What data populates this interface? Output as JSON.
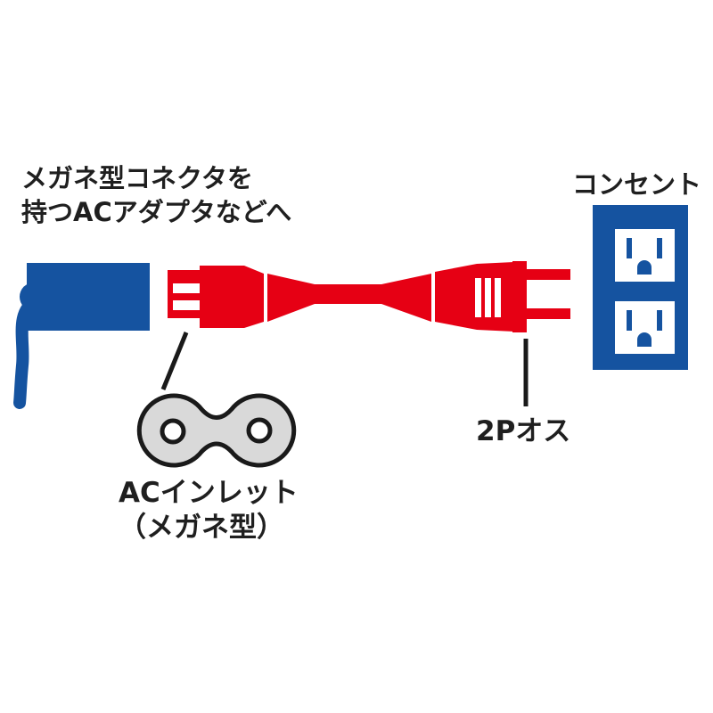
{
  "labels": {
    "adapter_note_line1": "メガネ型コネクタを",
    "adapter_note_line2": "持つACアダプタなどへ",
    "outlet": "コンセント",
    "plug_type": "2Pオス",
    "inlet_line1": "ACインレット",
    "inlet_line2": "（メガネ型）"
  },
  "icons": {
    "ac_adapter": "blue-ac-adapter-with-cable",
    "power_cord": "red-megane-c7-extension-cord",
    "plug": "2p-male-plug-with-prongs",
    "wall_outlet": "blue-duplex-wall-outlet",
    "inlet_shape": "figure8-megane-ac-inlet"
  },
  "colors": {
    "blue": "#1553a0",
    "red": "#e60014",
    "megane_fill": "#d9d9d9",
    "outline": "#1a1a1a",
    "text": "#1f1f1f",
    "background": "#ffffff"
  }
}
